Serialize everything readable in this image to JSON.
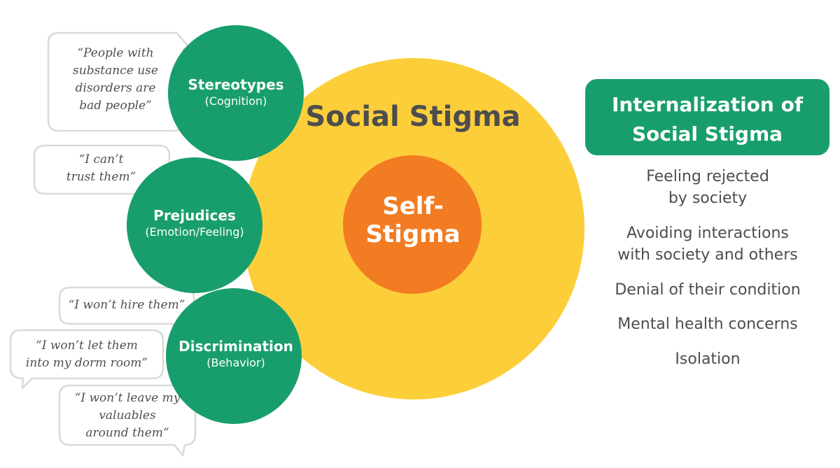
{
  "diagram": {
    "outer_circle": {
      "label": "Social Stigma",
      "color": "#fcce3a"
    },
    "inner_circle": {
      "label_line1": "Self-",
      "label_line2": "Stigma",
      "color": "#f27c22"
    },
    "components": [
      {
        "title": "Stereotypes",
        "subtitle": "(Cognition)",
        "color": "#189e6c",
        "quotes": [
          {
            "lines": [
              "“People with",
              "substance use",
              "disorders are",
              "bad people”"
            ]
          }
        ]
      },
      {
        "title": "Prejudices",
        "subtitle": "(Emotion/Feeling)",
        "color": "#189e6c",
        "quotes": [
          {
            "lines": [
              "“I can’t",
              "trust them”"
            ]
          }
        ]
      },
      {
        "title": "Discrimination",
        "subtitle": "(Behavior)",
        "color": "#189e6c",
        "quotes": [
          {
            "lines": [
              "“I won’t hire them”"
            ]
          },
          {
            "lines": [
              "“I won’t let them",
              "into my dorm room”"
            ]
          },
          {
            "lines": [
              "“I won’t leave my",
              "valuables",
              "around them”"
            ]
          }
        ]
      }
    ]
  },
  "internalization": {
    "title_line1": "Internalization of",
    "title_line2": "Social Stigma",
    "effects": [
      {
        "line1": "Feeling rejected",
        "line2": "by society"
      },
      {
        "line1": "Avoiding interactions",
        "line2": "with society and others"
      },
      {
        "line1": "Denial of their condition"
      },
      {
        "line1": "Mental health concerns"
      },
      {
        "line1": "Isolation"
      }
    ]
  }
}
